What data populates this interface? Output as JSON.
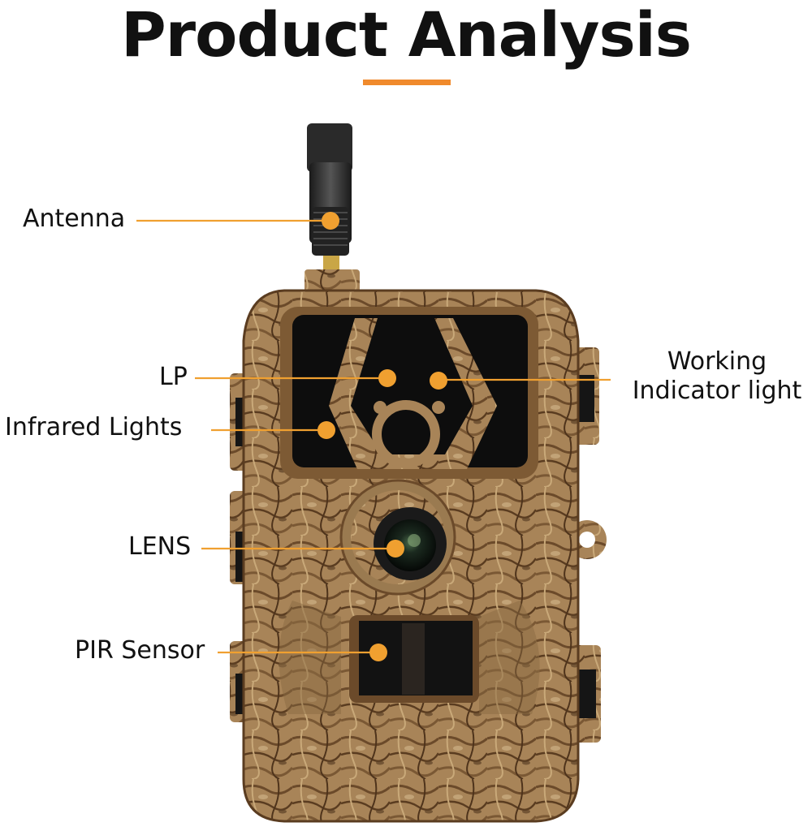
{
  "title": "Product Analysis",
  "colors": {
    "accent": "#f08a2c",
    "callout": "#f0a030"
  },
  "labels": {
    "antenna": "Antenna",
    "lp": "LP",
    "infrared": "Infrared Lights",
    "lens": "LENS",
    "pir": "PIR Sensor",
    "working_line1": "Working",
    "working_line2": "Indicator light"
  }
}
